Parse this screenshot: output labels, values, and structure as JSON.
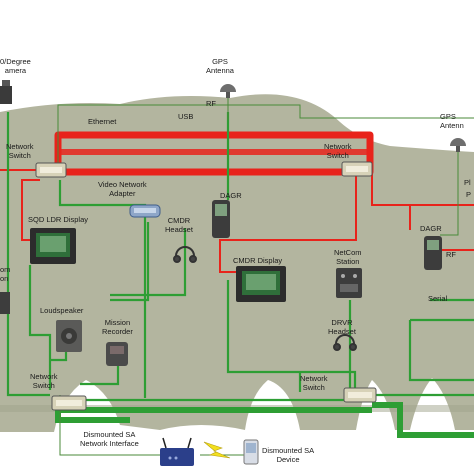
{
  "labels": {
    "camera_line1": "0/Degree",
    "camera_line2": "amera",
    "gps_left_line1": "GPS",
    "gps_left_line2": "Antenna",
    "gps_right_line1": "GPS",
    "gps_right_line2": "Antenn",
    "rf_top": "RF",
    "rf_right": "RF",
    "ethernet": "Ethernet",
    "usb": "USB",
    "switch_left_line1": "Network",
    "switch_left_line2": "Switch",
    "switch_right_line1": "Network",
    "switch_right_line2": "Switch",
    "video_adapter_line1": "Video Network",
    "video_adapter_line2": "Adapter",
    "dagr_top": "DAGR",
    "dagr_right": "DAGR",
    "sqd_display": "SQD LDR Display",
    "cmdr_headset_line1": "CMDR",
    "cmdr_headset_line2": "Headset",
    "netcom_line1": "NetCom",
    "netcom_line2": "Station",
    "cmdr_display": "CMDR Display",
    "com_line1": "om",
    "com_line2": "on",
    "loudspeaker": "Loudspeaker",
    "mission_rec_line1": "Mission",
    "mission_rec_line2": "Recorder",
    "drvr_headset_line1": "DRVR",
    "drvr_headset_line2": "Headset",
    "serial": "Serial",
    "edge_p1": "Pl",
    "edge_p2": "P",
    "switch_bl_line1": "Network",
    "switch_bl_line2": "Switch",
    "switch_br_line1": "Network",
    "switch_br_line2": "Switch",
    "dismounted_nic_line1": "Dismounted SA",
    "dismounted_nic_line2": "Network Interface",
    "dismounted_dev_line1": "Dismounted SA",
    "dismounted_dev_line2": "Device"
  },
  "colors": {
    "vehicle_body": "#b3b59f",
    "ethernet_link": "#e8231b",
    "usb_link": "#2e9e34",
    "rf_link": "#4a8a3a",
    "switch_box": "#d7d2b8",
    "display_frame": "#2c2c2c",
    "display_screen": "#2f6f3a",
    "wireless_bolt": "#f3df1f"
  }
}
